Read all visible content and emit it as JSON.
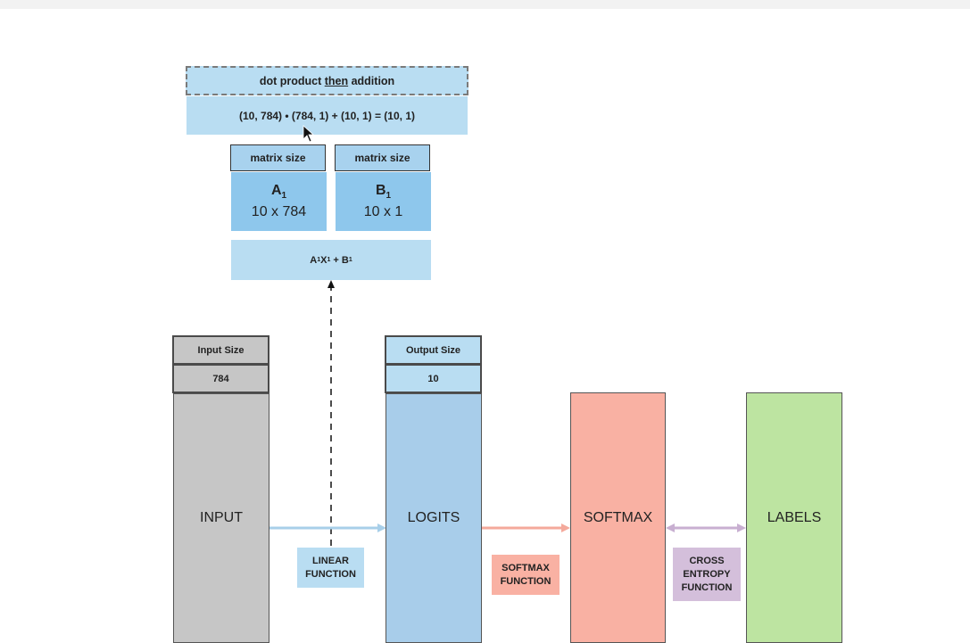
{
  "dot_product": {
    "header_prefix": "dot product ",
    "header_underlined": "then",
    "header_suffix": " addition",
    "formula": "(10, 784) • (784, 1) + (10, 1) = (10, 1)"
  },
  "matrix_a": {
    "header": "matrix size",
    "symbol": "A",
    "subscript": "1",
    "size": "10 x 784"
  },
  "matrix_b": {
    "header": "matrix size",
    "symbol": "B",
    "subscript": "1",
    "size": "10 x 1"
  },
  "affine": {
    "a": "A",
    "a_sub": "1",
    "x": "X",
    "x_sub": "1",
    "plus": " + ",
    "b": "B",
    "b_sub": "1"
  },
  "input": {
    "size_label": "Input Size",
    "size_value": "784",
    "label": "INPUT"
  },
  "logits": {
    "size_label": "Output Size",
    "size_value": "10",
    "label": "LOGITS"
  },
  "softmax": {
    "label": "SOFTMAX"
  },
  "labels": {
    "label": "LABELS"
  },
  "functions": {
    "linear": [
      "LINEAR",
      "FUNCTION"
    ],
    "softmax": [
      "SOFTMAX",
      "FUNCTION"
    ],
    "cross_entropy": [
      "CROSS",
      "ENTROPY",
      "FUNCTION"
    ]
  },
  "colors": {
    "light_blue": "#b9ddf2",
    "mid_blue": "#8ec7ec",
    "logits_blue": "#a8cdea",
    "input_gray": "#c6c6c6",
    "softmax_salmon": "#f9b1a3",
    "labels_green": "#bde4a1",
    "cross_entropy_purple": "#d4bfdb"
  }
}
